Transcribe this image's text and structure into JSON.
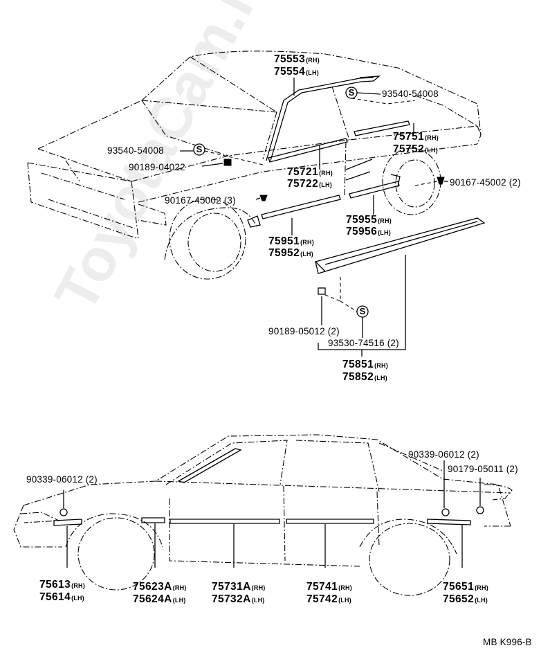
{
  "watermark": "ToyotaCam.ru",
  "footer_code": "MB  K996-B",
  "symbols": {
    "spec_mark": "S"
  },
  "callouts": {
    "molding_roof_rh": "75553",
    "molding_roof_rh_sfx": "(RH)",
    "molding_roof_lh": "75554",
    "molding_roof_lh_sfx": "(LH)",
    "screw_upper_right": "93540-54008",
    "screw_upper_left": "93540-54008",
    "clip_front_upper": "90189-04022",
    "molding_rear_door_rh": "75751",
    "molding_rear_door_rh_sfx": "(RH)",
    "molding_rear_door_lh": "75752",
    "molding_rear_door_lh_sfx": "(LH)",
    "molding_front_door_rh": "75721",
    "molding_front_door_rh_sfx": "(RH)",
    "molding_front_door_lh": "75722",
    "molding_front_door_lh_sfx": "(LH)",
    "clip_rear_qty": "90167-45002 (2)",
    "clip_front_qty": "90167-45002 (3)",
    "rocker_rear_rh": "75955",
    "rocker_rear_rh_sfx": "(RH)",
    "rocker_rear_lh": "75956",
    "rocker_rear_lh_sfx": "(LH)",
    "rocker_front_rh": "75951",
    "rocker_front_rh_sfx": "(RH)",
    "rocker_front_lh": "75952",
    "rocker_front_lh_sfx": "(LH)",
    "clip_sill_qty": "90189-05012 (2)",
    "screw_sill_qty": "93530-74516 (2)",
    "sill_rh": "75851",
    "sill_rh_sfx": "(RH)",
    "sill_lh": "75852",
    "sill_lh_sfx": "(LH)",
    "nut_front_side": "90339-06012 (2)",
    "nut_rear_side": "90339-06012 (2)",
    "clip_rear_side": "90179-05011 (2)",
    "side_front_fender_rh": "75613",
    "side_front_fender_rh_sfx": "(RH)",
    "side_front_fender_lh": "75614",
    "side_front_fender_lh_sfx": "(LH)",
    "side_fender_rear_rh": "75623A",
    "side_fender_rear_rh_sfx": "(RH)",
    "side_fender_rear_lh": "75624A",
    "side_fender_rear_lh_sfx": "(LH)",
    "side_front_door_rh": "75731A",
    "side_front_door_rh_sfx": "(RH)",
    "side_front_door_lh": "75732A",
    "side_front_door_lh_sfx": "(LH)",
    "side_rear_door_rh": "75741",
    "side_rear_door_rh_sfx": "(RH)",
    "side_rear_door_lh": "75742",
    "side_rear_door_lh_sfx": "(LH)",
    "side_quarter_rh": "75651",
    "side_quarter_rh_sfx": "(RH)",
    "side_quarter_lh": "75652",
    "side_quarter_lh_sfx": "(LH)"
  }
}
